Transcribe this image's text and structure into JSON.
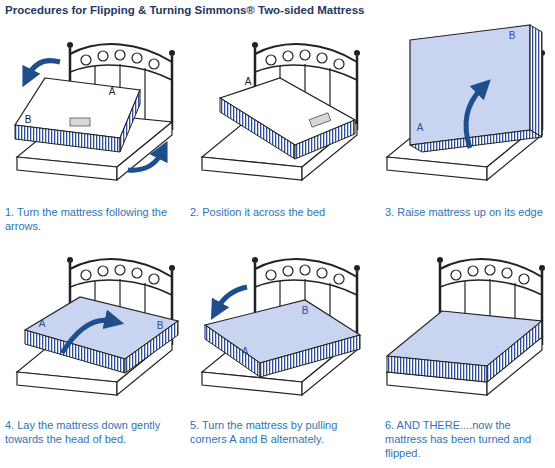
{
  "diagram": {
    "title": "Procedures for Flipping & Turning Simmons® Two-sided Mattress",
    "labels": [
      "A",
      "B",
      "A",
      "A",
      "B",
      "1. Turn the mattress following the arrows.",
      "2. Position it across the bed",
      "3. Raise mattress up on its edge",
      "A",
      "B",
      "B",
      "A",
      "4. Lay the mattress down gently towards the head of bed.",
      "5. Turn the mattress by pulling corners A and B alternately.",
      "6. AND THERE....now the mattress has been turned and flipped."
    ]
  }
}
